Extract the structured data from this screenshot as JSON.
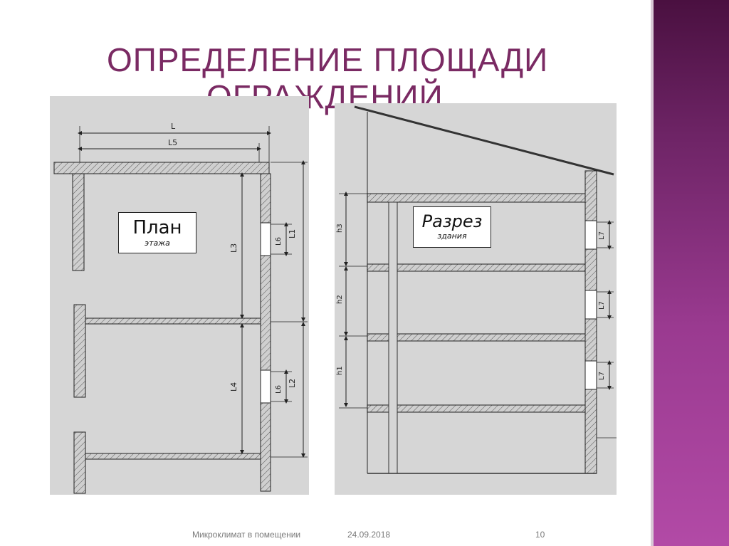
{
  "slide": {
    "title_line1": "Определение площади",
    "title_line2": "ограждений"
  },
  "plan": {
    "label_main": "План",
    "label_sub": "этажа",
    "dimensions": {
      "L": "L",
      "L5": "L5",
      "L1": "L1",
      "L2": "L2",
      "L3": "L3",
      "L4": "L4",
      "L6_upper": "L6",
      "L6_lower": "L6"
    }
  },
  "section": {
    "label_main": "Разрез",
    "label_sub": "здания",
    "dimensions": {
      "h3": "h3",
      "h2": "h2",
      "h1": "h1",
      "L7_upper": "L7",
      "L7_middle": "L7",
      "L7_lower": "L7"
    }
  },
  "footer": {
    "topic": "Микроклимат в помещении",
    "date": "24.09.2018",
    "page_number": "10"
  },
  "colors": {
    "accent": "#7a2a63",
    "drawing_bg": "#d6d6d6",
    "line": "#2a2a2a"
  }
}
